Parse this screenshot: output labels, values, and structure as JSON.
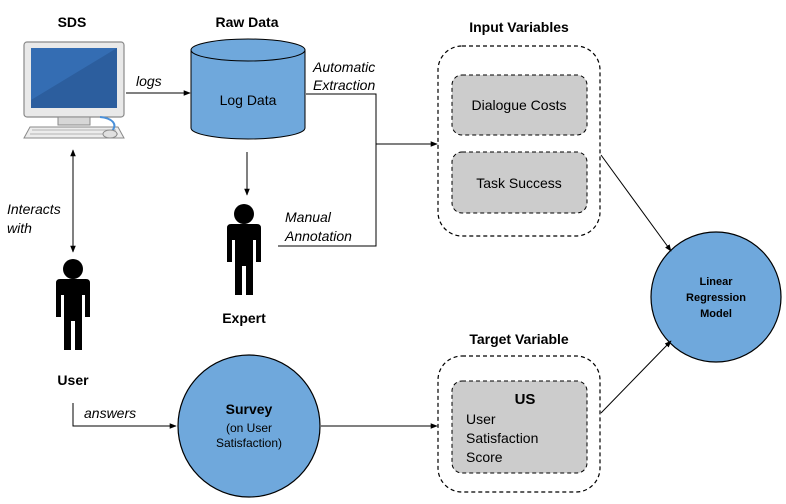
{
  "heads": {
    "sds": "SDS",
    "raw_data": "Raw Data",
    "input_variables": "Input Variables",
    "target_variable": "Target Variable",
    "expert": "Expert",
    "user": "User"
  },
  "log_store": {
    "label": "Log Data"
  },
  "edges": {
    "logs": "logs",
    "automatic_extraction": [
      "Automatic",
      "Extraction"
    ],
    "manual_annotation": [
      "Manual",
      "Annotation"
    ],
    "interacts_with": [
      "Interacts",
      "with"
    ],
    "answers": "answers"
  },
  "input_box": {
    "items": [
      "Dialogue Costs",
      "Task Success"
    ]
  },
  "target_box": {
    "title": "US",
    "lines": [
      "User",
      "Satisfaction",
      "Score"
    ]
  },
  "survey": {
    "title": "Survey",
    "lines": [
      "(on User",
      "Satisfaction)"
    ]
  },
  "model": {
    "lines": [
      "Linear",
      "Regression",
      "Model"
    ]
  },
  "colors": {
    "blue": "#6fa8dc",
    "gray_box": "#cccccc",
    "stroke": "#000000"
  }
}
